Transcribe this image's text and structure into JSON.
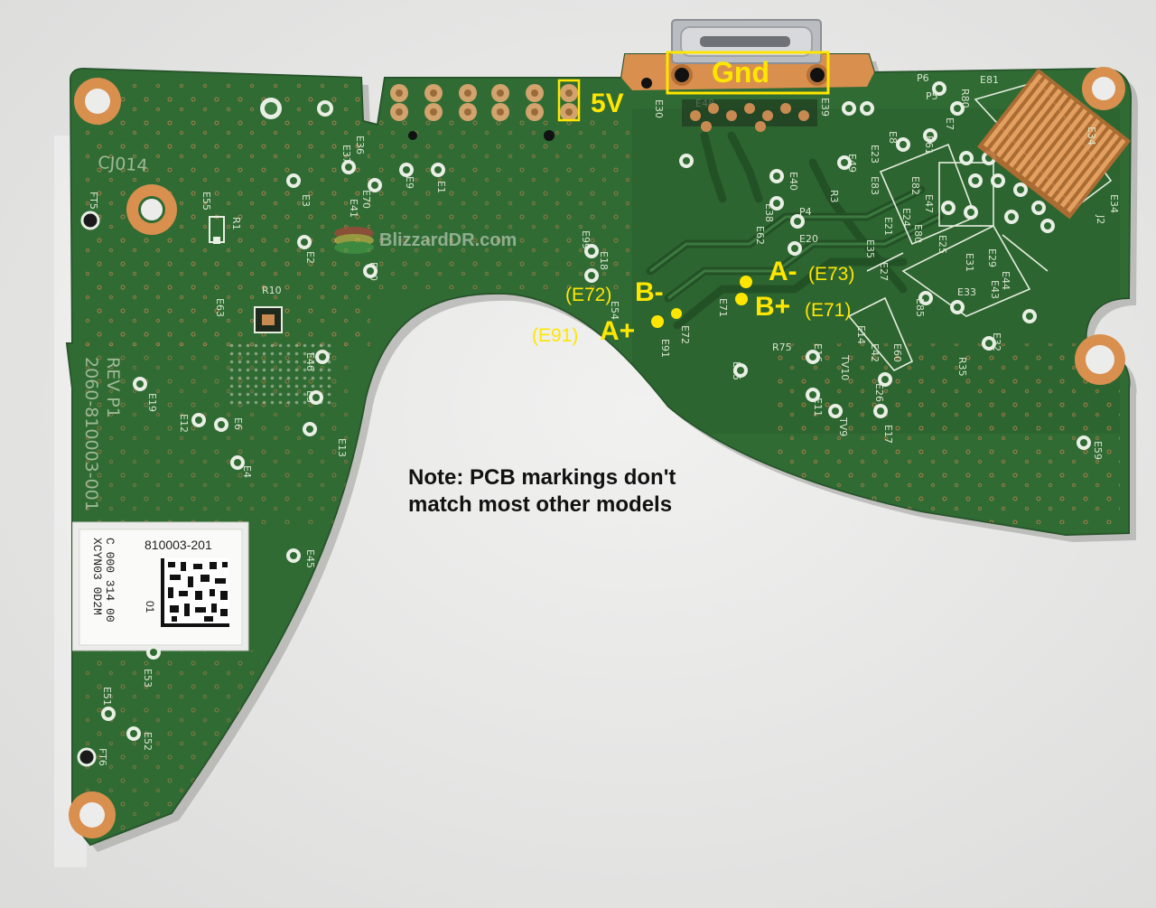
{
  "watermark": {
    "text": "BlizzardDR.com"
  },
  "labels": {
    "gnd": "Gnd",
    "five_v": "5V",
    "a_minus": "A-",
    "e73": "(E73)",
    "b_plus": "B+",
    "e71": "(E71)",
    "e72": "(E72)",
    "b_minus": "B-",
    "e91": "(E91)",
    "a_plus": "A+"
  },
  "note": {
    "line1": "Note: PCB markings don't",
    "line2": "match most other models"
  },
  "board_markings": {
    "cj": "CJ014",
    "part_number": "2060-810003-001",
    "rev": "REV P1",
    "sticker_part": "810003-201",
    "sticker_code": "XCYN03 0D2M",
    "sticker_code2": "C 000 314 00",
    "sticker_rev": "01"
  },
  "silkscreen": [
    "E1",
    "E2",
    "E3",
    "E4",
    "E5",
    "E6",
    "E8",
    "E9",
    "E10",
    "E11",
    "E12",
    "E13",
    "E14",
    "E15",
    "E16",
    "E17",
    "E18",
    "E19",
    "E20",
    "E21",
    "E23",
    "E24",
    "E25",
    "E26",
    "E27",
    "E30",
    "E31",
    "E32",
    "E33",
    "E34",
    "E35",
    "E36",
    "E37",
    "E38",
    "E39",
    "E40",
    "E41",
    "E42",
    "E43",
    "E44",
    "E45",
    "E46",
    "E47",
    "E48",
    "E49",
    "E51",
    "E52",
    "E53",
    "E54",
    "E55",
    "E59",
    "E60",
    "E61",
    "E62",
    "E63",
    "E70",
    "E71",
    "E72",
    "E80",
    "E81",
    "E82",
    "E83",
    "E85",
    "E91",
    "E99",
    "FT5",
    "FT6",
    "R1",
    "R3",
    "R10",
    "R35",
    "R80",
    "P4",
    "P5",
    "P6",
    "TV10",
    "TV9",
    "J2"
  ],
  "colors": {
    "pcb": "#2f6a33",
    "pcb_dark": "#235428",
    "copper": "#d98f4e",
    "highlight": "#ffe600",
    "background": "#ebebea"
  }
}
